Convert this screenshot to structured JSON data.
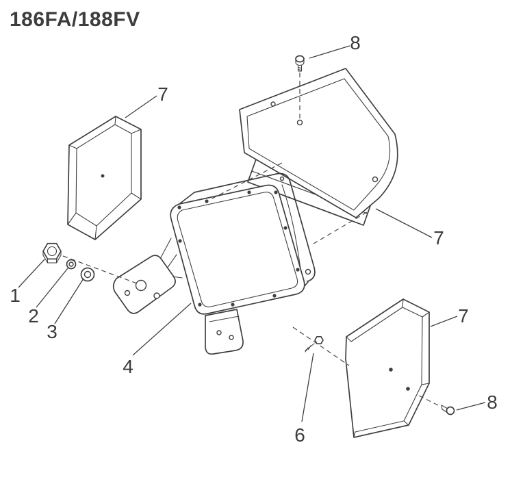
{
  "title": "186FA/188FV",
  "colors": {
    "ink": "#3f3f3f",
    "background": "#ffffff"
  },
  "diagram": {
    "labels": [
      {
        "text": "8"
      },
      {
        "text": "7"
      },
      {
        "text": "7"
      },
      {
        "text": "1"
      },
      {
        "text": "2"
      },
      {
        "text": "3"
      },
      {
        "text": "4"
      },
      {
        "text": "6"
      },
      {
        "text": "7"
      },
      {
        "text": "8"
      }
    ]
  }
}
